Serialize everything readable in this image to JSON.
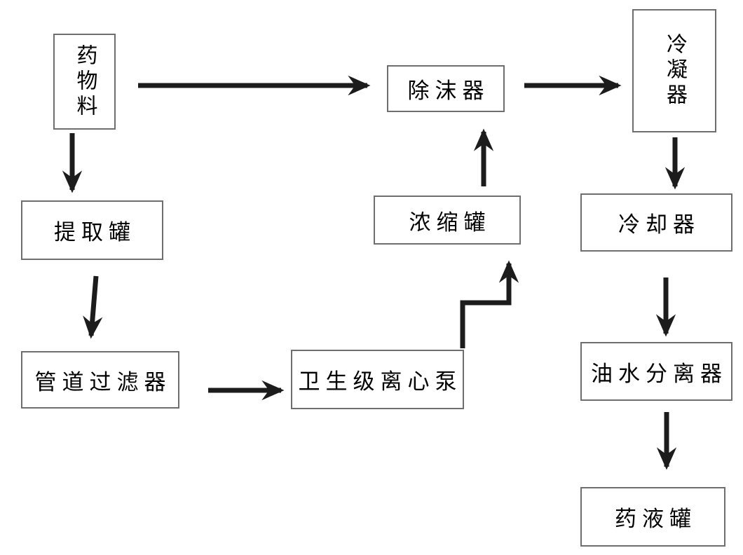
{
  "diagram": {
    "type": "flowchart",
    "background_color": "#ffffff",
    "line_color": "#1c1c1c",
    "box_border_color": "#6e6e6e",
    "text_color": "#000000",
    "nodes": [
      {
        "id": "drug-material",
        "label": "药物料",
        "orientation": "vertical"
      },
      {
        "id": "extraction-tank",
        "label": "提取罐",
        "orientation": "horizontal"
      },
      {
        "id": "pipeline-filter",
        "label": "管道过滤器",
        "orientation": "horizontal"
      },
      {
        "id": "sanitary-pump",
        "label": "卫生级离心泵",
        "orientation": "horizontal"
      },
      {
        "id": "concentration-tank",
        "label": "浓缩罐",
        "orientation": "horizontal"
      },
      {
        "id": "demister",
        "label": "除沫器",
        "orientation": "horizontal"
      },
      {
        "id": "condenser",
        "label": "冷凝器",
        "orientation": "vertical"
      },
      {
        "id": "cooler",
        "label": "冷却器",
        "orientation": "horizontal"
      },
      {
        "id": "oil-water-separator",
        "label": "油水分离器",
        "orientation": "horizontal"
      },
      {
        "id": "liquid-medicine-tank",
        "label": "药液罐",
        "orientation": "horizontal"
      }
    ],
    "edges": [
      {
        "from": "药物料",
        "to": "除沫器",
        "shape": "straight"
      },
      {
        "from": "药物料",
        "to": "提取罐",
        "shape": "straight"
      },
      {
        "from": "提取罐",
        "to": "管道过滤器",
        "shape": "straight"
      },
      {
        "from": "管道过滤器",
        "to": "卫生级离心泵",
        "shape": "straight"
      },
      {
        "from": "卫生级离心泵",
        "to": "浓缩罐",
        "shape": "elbow"
      },
      {
        "from": "浓缩罐",
        "to": "除沫器",
        "shape": "straight"
      },
      {
        "from": "除沫器",
        "to": "冷凝器",
        "shape": "straight"
      },
      {
        "from": "冷凝器",
        "to": "冷却器",
        "shape": "straight"
      },
      {
        "from": "冷却器",
        "to": "油水分离器",
        "shape": "straight"
      },
      {
        "from": "油水分离器",
        "to": "药液罐",
        "shape": "straight"
      }
    ]
  }
}
